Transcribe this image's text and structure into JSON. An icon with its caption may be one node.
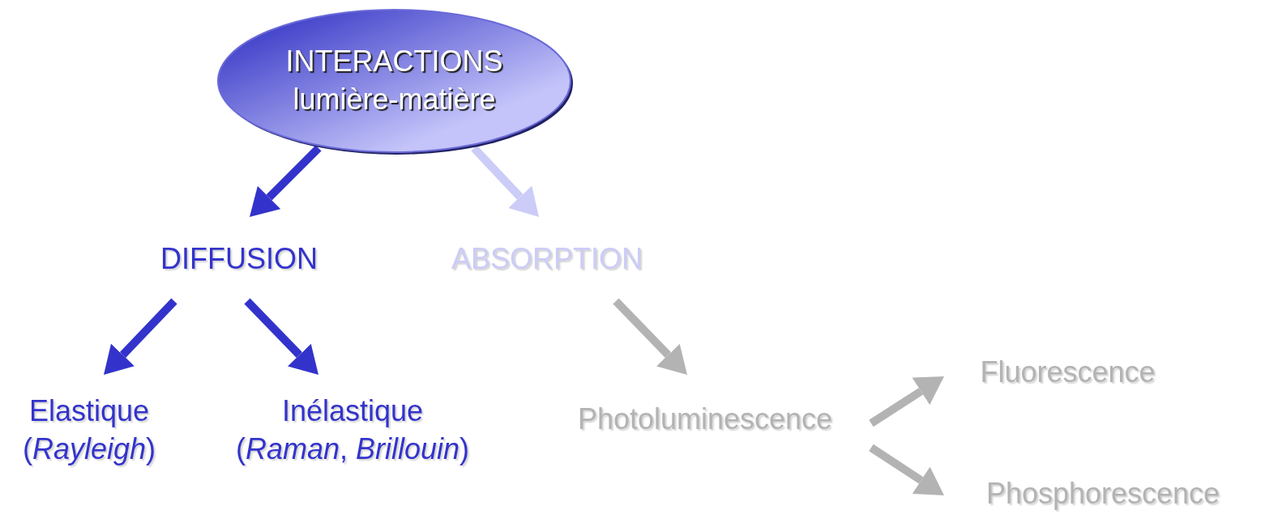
{
  "diagram": {
    "nodes": [
      {
        "text": [
          "INTERACTIONS lumière-matière"
        ]
      },
      {
        "text": [
          "DIFFUSION"
        ]
      },
      {
        "text": [
          "ABSORPTION"
        ]
      },
      {
        "text": [
          "Elastique (*Rayleigh*)"
        ]
      },
      {
        "text": [
          "Inélastique (*Raman*, *Brillouin*)"
        ]
      },
      {
        "text": [
          "Photoluminescence"
        ]
      },
      {
        "text": [
          "Fluorescence"
        ]
      },
      {
        "text": [
          "Phosphorescence"
        ]
      }
    ],
    "edges": [
      {
        "from": 0,
        "to": 1,
        "arrow": "to",
        "color": "#3333cc"
      },
      {
        "from": 0,
        "to": 2,
        "arrow": "to",
        "color": "#ccccf8"
      },
      {
        "from": 1,
        "to": 3,
        "arrow": "to",
        "color": "#3333cc"
      },
      {
        "from": 1,
        "to": 4,
        "arrow": "to",
        "color": "#3333cc"
      },
      {
        "from": 2,
        "to": 5,
        "arrow": "to",
        "color": "#b3b3b3"
      },
      {
        "from": 5,
        "to": 6,
        "arrow": "to",
        "color": "#b3b3b3"
      },
      {
        "from": 5,
        "to": 7,
        "arrow": "to",
        "color": "#b3b3b3"
      }
    ]
  }
}
